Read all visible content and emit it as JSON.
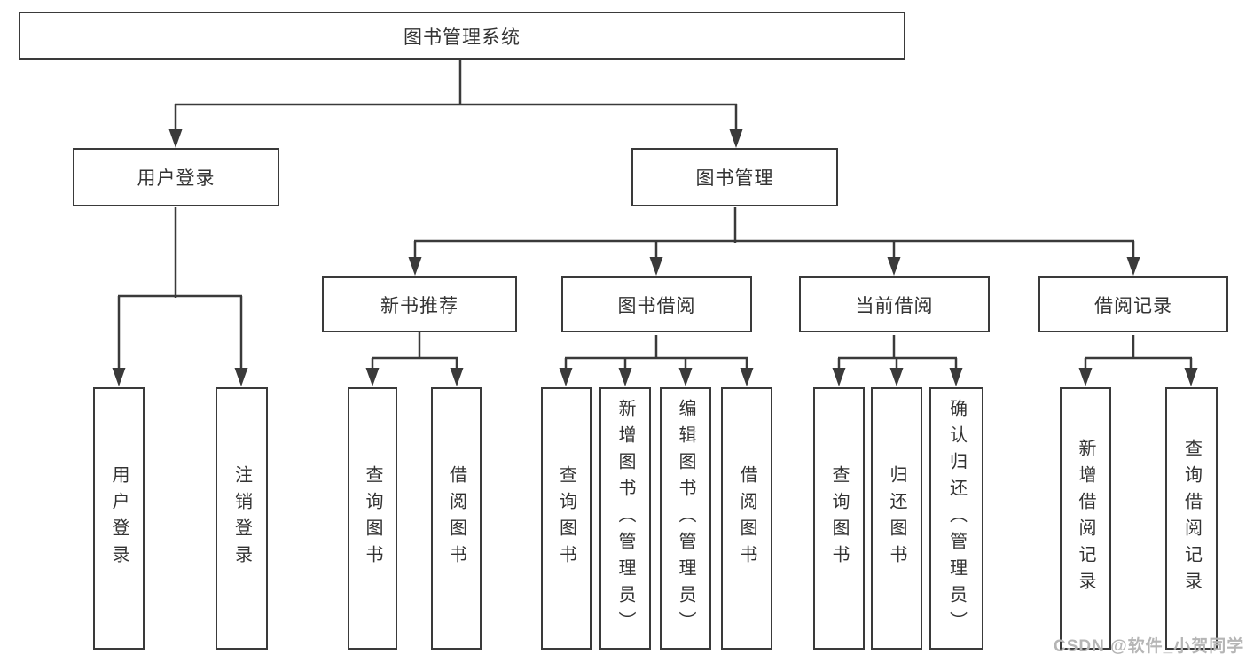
{
  "tree": {
    "root": {
      "label": "图书管理系统"
    },
    "modules": [
      {
        "label": "用户登录",
        "functions": [
          {
            "label": "用户登录"
          },
          {
            "label": "注销登录"
          }
        ]
      },
      {
        "label": "图书管理",
        "submodules": [
          {
            "label": "新书推荐",
            "functions": [
              {
                "label": "查询图书"
              },
              {
                "label": "借阅图书"
              }
            ]
          },
          {
            "label": "图书借阅",
            "functions": [
              {
                "label": "查询图书"
              },
              {
                "label": "新增图书（管理员）"
              },
              {
                "label": "编辑图书（管理员）"
              },
              {
                "label": "借阅图书"
              }
            ]
          },
          {
            "label": "当前借阅",
            "functions": [
              {
                "label": "查询图书"
              },
              {
                "label": "归还图书"
              },
              {
                "label": "确认归还（管理员）"
              }
            ]
          },
          {
            "label": "借阅记录",
            "functions": [
              {
                "label": "新增借阅记录"
              },
              {
                "label": "查询借阅记录"
              }
            ]
          }
        ]
      }
    ]
  },
  "watermark": "CSDN @软件_小贺同学",
  "colors": {
    "line": "#3a3a3a",
    "text": "#333333",
    "watermark": "#b5b5b5",
    "background": "#ffffff"
  }
}
